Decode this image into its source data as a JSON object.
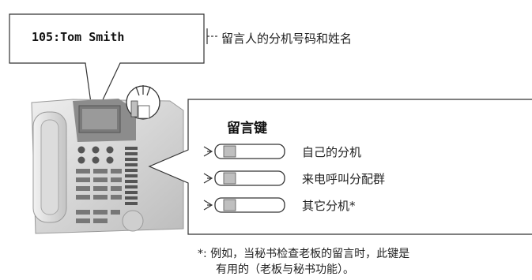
{
  "display": {
    "lcd_text": "105:Tom Smith",
    "lcd_annotation": "留言人的分机号码和姓名"
  },
  "message_panel": {
    "title": "留言键",
    "keys": [
      {
        "label": "自己的分机"
      },
      {
        "label": "来电呼叫分配群"
      },
      {
        "label": "其它分机*"
      }
    ]
  },
  "footnote": {
    "line1": "*: 例如，当秘书检查老板的留言时，此键是",
    "line2": "有用的（老板与秘书功能）。"
  },
  "icons": {
    "phone": "telephone-icon",
    "message_lamp": "message-lamp-icon",
    "key": "line-key-icon",
    "arrow": "arrow-icon"
  },
  "colors": {
    "phone_body": "#d9d9d9",
    "phone_dark": "#8c8c8c",
    "key_fill": "#bfbfbf",
    "line": "#333333"
  }
}
